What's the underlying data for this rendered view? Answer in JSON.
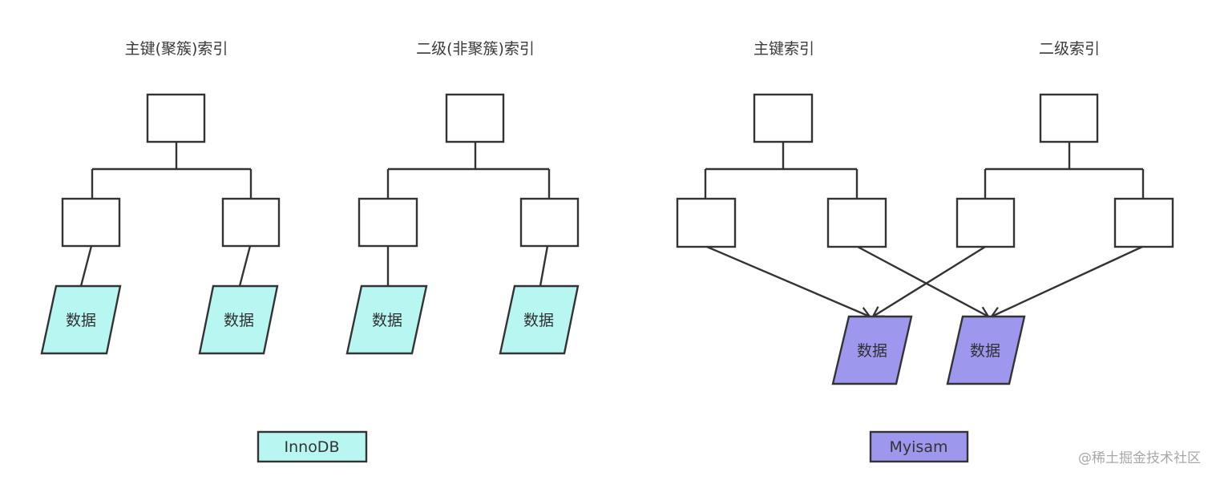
{
  "innodb": {
    "primary_title": "主键(聚簇)索引",
    "secondary_title": "二级(非聚簇)索引",
    "data_labels": [
      "数据",
      "数据",
      "数据",
      "数据"
    ],
    "legend": "InnoDB",
    "color": "#b8f7f1"
  },
  "myisam": {
    "primary_title": "主键索引",
    "secondary_title": "二级索引",
    "data_labels": [
      "数据",
      "数据"
    ],
    "legend": "Myisam",
    "color": "#9d98ee"
  },
  "colors": {
    "stroke": "#333333",
    "background": "#ffffff"
  },
  "watermark": "@稀土掘金技术社区"
}
